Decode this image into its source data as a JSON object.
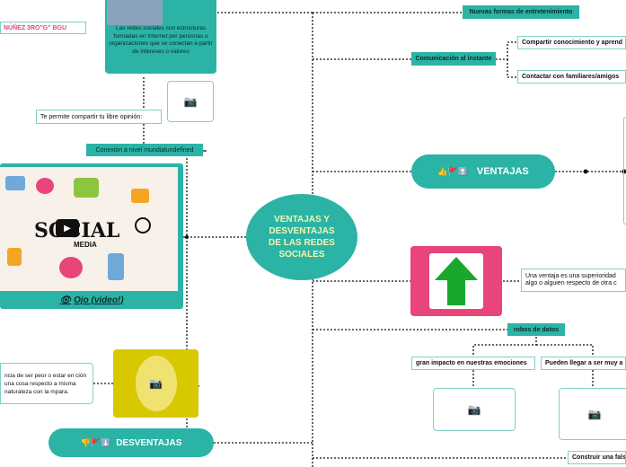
{
  "header_name": "NÚÑEZ 3RO\"G\" BGU",
  "central": {
    "title": "VENTAJAS Y DESVENTAJAS DE LAS REDES SOCIALES"
  },
  "top_right": {
    "new_forms": "Nuevas formas de entretenimiento",
    "instant": "Comunicación al instante",
    "share_knowledge": "Compartir conocimiento y aprend",
    "contact_family": "Contactar con familiares/amigos"
  },
  "left": {
    "redes_def": "Las redes sociales son estructuras formadas en Internet por personas u organizaciones que se conectan a partir de intereses o valores",
    "opinion": "Te permite compartir tu libre opinión:",
    "global": "Conexión a nivel mundialundefined",
    "video_link": "Ojo (video!)",
    "video_text": "SOCIAL",
    "video_sub": "MEDIA",
    "desv_def": "ncia de ser peor o estar en ción una cosa respecto a misma naturaleza con la mpara."
  },
  "ventajas": {
    "label": "VENTAJAS",
    "icons": "👍🚩⬆️",
    "def": "Una ventaja es una superioridad algo o alguien respecto de otra c"
  },
  "desventajas": {
    "label": "DESVENTAJAS",
    "icons": "👎🚩⬇️"
  },
  "bottom_right": {
    "robos": "robos de datos",
    "impacto": "gran impacto en nuestras emociones",
    "pueden": "Pueden llegar a ser muy a",
    "construir": "Construir una fals"
  },
  "colors": {
    "teal": "#2bb3a6",
    "dot": "#111111",
    "green_arrow": "#19a82c",
    "pink": "#e8457a",
    "yellow": "#d8c800"
  },
  "icons": {
    "camera": "camera-icon",
    "eye": "eye-icon",
    "play": "play-icon",
    "arrow_up": "arrow-up-icon"
  }
}
